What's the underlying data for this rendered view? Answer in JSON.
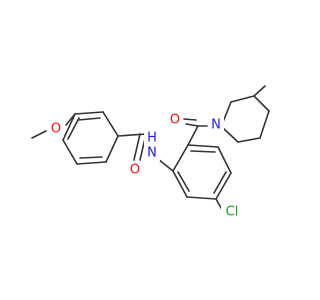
{
  "molecule": {
    "atoms": {
      "oxygen_methoxy": "O",
      "oxygen_amide_carbonyl": "O",
      "nitrogen_amide": "N",
      "hydrogen_amide": "H",
      "oxygen_piperidine_carbonyl": "O",
      "nitrogen_piperidine": "N",
      "chlorine": "Cl"
    },
    "colors": {
      "bond": "#333333",
      "oxygen": "#ff0d0d",
      "nitrogen": "#1a1aff",
      "chlorine": "#1fa01f"
    }
  }
}
